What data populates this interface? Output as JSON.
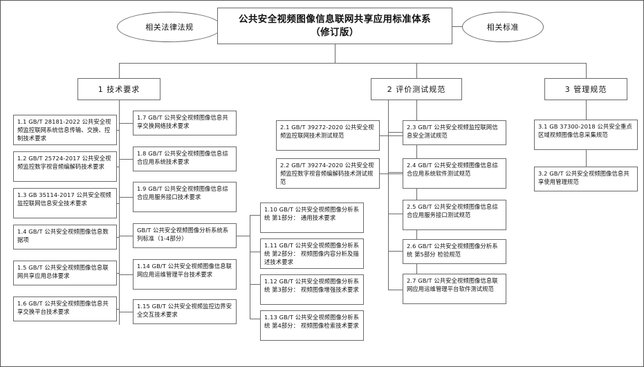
{
  "diagram": {
    "title": "公共安全视频图像信息联网共享应用标准体系",
    "subtitle": "（修订版）",
    "left_ellipse": "相关法律法规",
    "right_ellipse": "相关标准",
    "branches": [
      {
        "id": "b1",
        "label": "1 技术要求"
      },
      {
        "id": "b2",
        "label": "2 评价测试规范"
      },
      {
        "id": "b3",
        "label": "3 管理规范"
      }
    ],
    "tech_col1": [
      {
        "id": "1.1",
        "text": "1.1 GB/T 28181-2022 公共安全视频监控联网系统信息传输、交换、控制技术要求"
      },
      {
        "id": "1.2",
        "text": "1.2 GB/T 25724-2017 公共安全视频监控数字视音频编解码技术要求"
      },
      {
        "id": "1.3",
        "text": "1.3 GB 35114-2017 公共安全视频监控联网信息安全技术要求"
      },
      {
        "id": "1.4",
        "text": "1.4 GB/T 公共安全视频图像信息数据项"
      },
      {
        "id": "1.5",
        "text": "1.5 GB/T 公共安全视频图像信息联网共享应用总体要求"
      },
      {
        "id": "1.6",
        "text": "1.6 GB/T 公共安全视频图像信息共享交换平台技术要求"
      }
    ],
    "tech_col2": [
      {
        "id": "1.7",
        "text": "1.7 GB/T 公共安全视频图像信息共享交换网络技术要求"
      },
      {
        "id": "1.8",
        "text": "1.8 GB/T 公共安全视频图像信息综合应用系统技术要求"
      },
      {
        "id": "1.9",
        "text": "1.9 GB/T 公共安全视频图像信息综合应用服务接口技术要求"
      },
      {
        "id": "series",
        "text": "GB/T 公共安全视频图像分析系统系列标准（1-4部分）"
      },
      {
        "id": "1.14",
        "text": "1.14 GB/T 公共安全视频图像信息联网应用运维管理平台技术要求"
      },
      {
        "id": "1.15",
        "text": "1.15 GB/T 公共安全视频监控边界安全交互技术要求"
      }
    ],
    "tech_col3": [
      {
        "id": "1.10",
        "text": "1.10 GB/T 公共安全视频图像分析系统 第1部分： 通用技术要求"
      },
      {
        "id": "1.11",
        "text": "1.11 GB/T 公共安全视频图像分析系统 第2部分： 视频图像内容分析及描述技术要求"
      },
      {
        "id": "1.12",
        "text": "1.12 GB/T 公共安全视频图像分析系统 第3部分： 视频图像增强技术要求"
      },
      {
        "id": "1.13",
        "text": "1.13 GB/T 公共安全视频图像分析系统 第4部分： 视频图像检索技术要求"
      }
    ],
    "eval_col1": [
      {
        "id": "2.1",
        "text": "2.1 GB/T 39272-2020 公共安全视频监控联网技术测试规范"
      },
      {
        "id": "2.2",
        "text": "2.2 GB/T 39274-2020 公共安全视频监控数字视音频编解码技术测试规范"
      }
    ],
    "eval_col2": [
      {
        "id": "2.3",
        "text": "2.3 GB/T 公共安全视频监控联网信息安全测试规范"
      },
      {
        "id": "2.4",
        "text": "2.4 GB/T 公共安全视频图像信息综合应用系统软件测试规范"
      },
      {
        "id": "2.5",
        "text": "2.5 GB/T 公共安全视频图像信息综合应用服务接口测试规范"
      },
      {
        "id": "2.6",
        "text": "2.6 GB/T 公共安全视频图像分析系统 第5部分 检验规范"
      },
      {
        "id": "2.7",
        "text": "2.7 GB/T 公共安全视频图像信息联网应用运维管理平台软件测试规范"
      }
    ],
    "mgmt_col": [
      {
        "id": "3.1",
        "text": "3.1 GB 37300-2018 公共安全重点区域视频图像信息采集规范"
      },
      {
        "id": "3.2",
        "text": "3.2 GB/T 公共安全视频图像信息共享使用管理规范"
      }
    ]
  }
}
